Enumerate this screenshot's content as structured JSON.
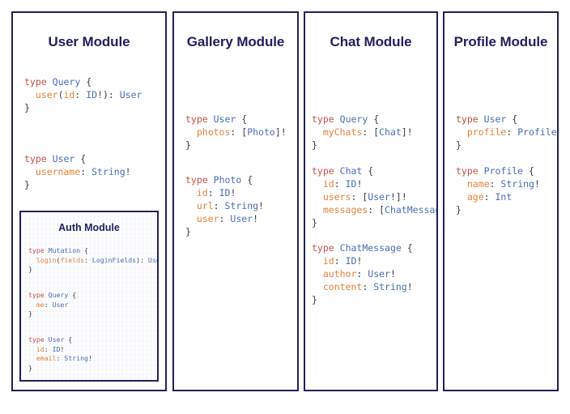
{
  "page": {
    "background_color": "#ffffff",
    "border_color": "#20215c",
    "title_color": "#20215c"
  },
  "syntax_colors": {
    "keyword": "#c2504a",
    "type_name": "#4a6cb3",
    "field_name": "#e2823c",
    "punctuation": "#3b3b46"
  },
  "modules": [
    {
      "id": "user-module",
      "title": "User Module",
      "blocks": [
        {
          "lines": [
            [
              [
                "kw",
                "type"
              ],
              [
                "pun",
                " "
              ],
              [
                "type",
                "Query"
              ],
              [
                "pun",
                " {"
              ]
            ],
            [
              [
                "pun",
                "  "
              ],
              [
                "fld",
                "user"
              ],
              [
                "pun",
                "("
              ],
              [
                "fld",
                "id"
              ],
              [
                "pun",
                ": "
              ],
              [
                "type",
                "ID"
              ],
              [
                "pun",
                "!): "
              ],
              [
                "type",
                "User"
              ]
            ],
            [
              [
                "pun",
                "}"
              ]
            ]
          ]
        },
        {
          "lines": [
            [
              [
                "kw",
                "type"
              ],
              [
                "pun",
                " "
              ],
              [
                "type",
                "User"
              ],
              [
                "pun",
                " {"
              ]
            ],
            [
              [
                "pun",
                "  "
              ],
              [
                "fld",
                "username"
              ],
              [
                "pun",
                ": "
              ],
              [
                "type",
                "String"
              ],
              [
                "pun",
                "!"
              ]
            ],
            [
              [
                "pun",
                "}"
              ]
            ]
          ]
        }
      ],
      "nested": {
        "id": "auth-module",
        "title": "Auth Module",
        "blocks": [
          {
            "lines": [
              [
                [
                  "kw",
                  "type"
                ],
                [
                  "pun",
                  " "
                ],
                [
                  "type",
                  "Mutation"
                ],
                [
                  "pun",
                  " {"
                ]
              ],
              [
                [
                  "pun",
                  "  "
                ],
                [
                  "fld",
                  "login"
                ],
                [
                  "pun",
                  "("
                ],
                [
                  "fld",
                  "fields"
                ],
                [
                  "pun",
                  ": "
                ],
                [
                  "type",
                  "LoginFields"
                ],
                [
                  "pun",
                  "): "
                ],
                [
                  "type",
                  "User"
                ]
              ],
              [
                [
                  "pun",
                  "}"
                ]
              ]
            ]
          },
          {
            "lines": [
              [
                [
                  "kw",
                  "type"
                ],
                [
                  "pun",
                  " "
                ],
                [
                  "type",
                  "Query"
                ],
                [
                  "pun",
                  " {"
                ]
              ],
              [
                [
                  "pun",
                  "  "
                ],
                [
                  "fld",
                  "me"
                ],
                [
                  "pun",
                  ": "
                ],
                [
                  "type",
                  "User"
                ]
              ],
              [
                [
                  "pun",
                  "}"
                ]
              ]
            ]
          },
          {
            "lines": [
              [
                [
                  "kw",
                  "type"
                ],
                [
                  "pun",
                  " "
                ],
                [
                  "type",
                  "User"
                ],
                [
                  "pun",
                  " {"
                ]
              ],
              [
                [
                  "pun",
                  "  "
                ],
                [
                  "fld",
                  "id"
                ],
                [
                  "pun",
                  ": "
                ],
                [
                  "type",
                  "ID"
                ],
                [
                  "pun",
                  "!"
                ]
              ],
              [
                [
                  "pun",
                  "  "
                ],
                [
                  "fld",
                  "email"
                ],
                [
                  "pun",
                  ": "
                ],
                [
                  "type",
                  "String"
                ],
                [
                  "pun",
                  "!"
                ]
              ],
              [
                [
                  "pun",
                  "}"
                ]
              ]
            ]
          }
        ]
      }
    },
    {
      "id": "gallery-module",
      "title": "Gallery Module",
      "blocks": [
        {
          "lines": [
            [
              [
                "kw",
                "type"
              ],
              [
                "pun",
                " "
              ],
              [
                "type",
                "User"
              ],
              [
                "pun",
                " {"
              ]
            ],
            [
              [
                "pun",
                "  "
              ],
              [
                "fld",
                "photos"
              ],
              [
                "pun",
                ": ["
              ],
              [
                "type",
                "Photo"
              ],
              [
                "pun",
                "]!"
              ]
            ],
            [
              [
                "pun",
                "}"
              ]
            ]
          ]
        },
        {
          "lines": [
            [
              [
                "kw",
                "type"
              ],
              [
                "pun",
                " "
              ],
              [
                "type",
                "Photo"
              ],
              [
                "pun",
                " {"
              ]
            ],
            [
              [
                "pun",
                "  "
              ],
              [
                "fld",
                "id"
              ],
              [
                "pun",
                ": "
              ],
              [
                "type",
                "ID"
              ],
              [
                "pun",
                "!"
              ]
            ],
            [
              [
                "pun",
                "  "
              ],
              [
                "fld",
                "url"
              ],
              [
                "pun",
                ": "
              ],
              [
                "type",
                "String"
              ],
              [
                "pun",
                "!"
              ]
            ],
            [
              [
                "pun",
                "  "
              ],
              [
                "fld",
                "user"
              ],
              [
                "pun",
                ": "
              ],
              [
                "type",
                "User"
              ],
              [
                "pun",
                "!"
              ]
            ],
            [
              [
                "pun",
                "}"
              ]
            ]
          ]
        }
      ]
    },
    {
      "id": "chat-module",
      "title": "Chat Module",
      "blocks": [
        {
          "lines": [
            [
              [
                "kw",
                "type"
              ],
              [
                "pun",
                " "
              ],
              [
                "type",
                "Query"
              ],
              [
                "pun",
                " {"
              ]
            ],
            [
              [
                "pun",
                "  "
              ],
              [
                "fld",
                "myChats"
              ],
              [
                "pun",
                ": ["
              ],
              [
                "type",
                "Chat"
              ],
              [
                "pun",
                "]!"
              ]
            ],
            [
              [
                "pun",
                "}"
              ]
            ]
          ]
        },
        {
          "lines": [
            [
              [
                "kw",
                "type"
              ],
              [
                "pun",
                " "
              ],
              [
                "type",
                "Chat"
              ],
              [
                "pun",
                " {"
              ]
            ],
            [
              [
                "pun",
                "  "
              ],
              [
                "fld",
                "id"
              ],
              [
                "pun",
                ": "
              ],
              [
                "type",
                "ID"
              ],
              [
                "pun",
                "!"
              ]
            ],
            [
              [
                "pun",
                "  "
              ],
              [
                "fld",
                "users"
              ],
              [
                "pun",
                ": ["
              ],
              [
                "type",
                "User"
              ],
              [
                "pun",
                "!]!"
              ]
            ],
            [
              [
                "pun",
                "  "
              ],
              [
                "fld",
                "messages"
              ],
              [
                "pun",
                ": ["
              ],
              [
                "type",
                "ChatMessage"
              ],
              [
                "pun",
                "]!"
              ]
            ],
            [
              [
                "pun",
                "}"
              ]
            ]
          ]
        },
        {
          "lines": [
            [
              [
                "kw",
                "type"
              ],
              [
                "pun",
                " "
              ],
              [
                "type",
                "ChatMessage"
              ],
              [
                "pun",
                " {"
              ]
            ],
            [
              [
                "pun",
                "  "
              ],
              [
                "fld",
                "id"
              ],
              [
                "pun",
                ": "
              ],
              [
                "type",
                "ID"
              ],
              [
                "pun",
                "!"
              ]
            ],
            [
              [
                "pun",
                "  "
              ],
              [
                "fld",
                "author"
              ],
              [
                "pun",
                ": "
              ],
              [
                "type",
                "User"
              ],
              [
                "pun",
                "!"
              ]
            ],
            [
              [
                "pun",
                "  "
              ],
              [
                "fld",
                "content"
              ],
              [
                "pun",
                ": "
              ],
              [
                "type",
                "String"
              ],
              [
                "pun",
                "!"
              ]
            ],
            [
              [
                "pun",
                "}"
              ]
            ]
          ]
        }
      ]
    },
    {
      "id": "profile-module",
      "title": "Profile Module",
      "blocks": [
        {
          "lines": [
            [
              [
                "kw",
                "type"
              ],
              [
                "pun",
                " "
              ],
              [
                "type",
                "User"
              ],
              [
                "pun",
                " {"
              ]
            ],
            [
              [
                "pun",
                "  "
              ],
              [
                "fld",
                "profile"
              ],
              [
                "pun",
                ": "
              ],
              [
                "type",
                "Profile"
              ],
              [
                "pun",
                "!"
              ]
            ],
            [
              [
                "pun",
                "}"
              ]
            ]
          ]
        },
        {
          "lines": [
            [
              [
                "kw",
                "type"
              ],
              [
                "pun",
                " "
              ],
              [
                "type",
                "Profile"
              ],
              [
                "pun",
                " {"
              ]
            ],
            [
              [
                "pun",
                "  "
              ],
              [
                "fld",
                "name"
              ],
              [
                "pun",
                ": "
              ],
              [
                "type",
                "String"
              ],
              [
                "pun",
                "!"
              ]
            ],
            [
              [
                "pun",
                "  "
              ],
              [
                "fld",
                "age"
              ],
              [
                "pun",
                ": "
              ],
              [
                "type",
                "Int"
              ]
            ],
            [
              [
                "pun",
                "}"
              ]
            ]
          ]
        }
      ]
    }
  ]
}
